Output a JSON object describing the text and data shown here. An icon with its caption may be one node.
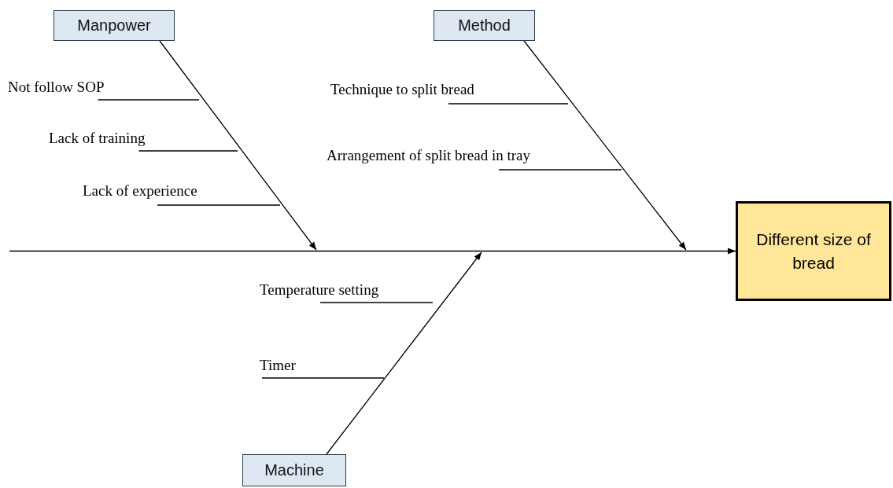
{
  "diagram": {
    "nodes": [
      {
        "text": [
          "Manpower"
        ]
      },
      {
        "text": [
          "Method"
        ]
      },
      {
        "text": [
          "Not follow SOP"
        ]
      },
      {
        "text": [
          "Lack of training"
        ]
      },
      {
        "text": [
          "Lack of experience"
        ]
      },
      {
        "text": [
          "Technique to split bread"
        ]
      },
      {
        "text": [
          "Arrangement of split bread in tray"
        ]
      },
      {
        "text": [
          "Different size of bread"
        ]
      },
      {
        "text": [
          "Temperature setting"
        ]
      },
      {
        "text": [
          "Timer"
        ]
      },
      {
        "text": [
          "Machine"
        ]
      }
    ],
    "edges": [
      {
        "from": null,
        "to": 7,
        "arrow": "to"
      },
      {
        "from": 0,
        "to": null,
        "arrow": "to"
      },
      {
        "from": 1,
        "to": null,
        "arrow": "to"
      },
      {
        "from": 10,
        "to": null,
        "arrow": "to"
      },
      {
        "from": 2,
        "to": null,
        "arrow": "none"
      },
      {
        "from": 3,
        "to": null,
        "arrow": "none"
      },
      {
        "from": 4,
        "to": null,
        "arrow": "none"
      },
      {
        "from": 5,
        "to": null,
        "arrow": "none"
      },
      {
        "from": 6,
        "to": null,
        "arrow": "none"
      },
      {
        "from": 8,
        "to": null,
        "arrow": "none"
      },
      {
        "from": 9,
        "to": null,
        "arrow": "none"
      }
    ]
  }
}
